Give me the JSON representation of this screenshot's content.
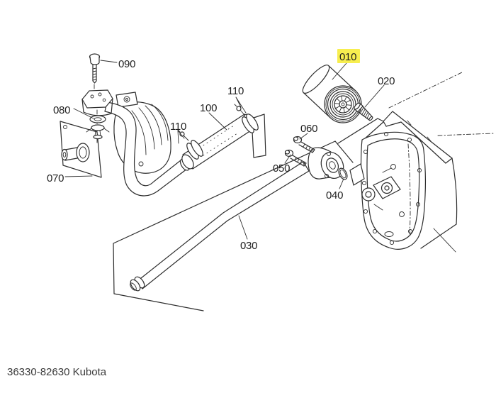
{
  "diagram": {
    "caption": "36330-82630 Kubota",
    "colors": {
      "bg": "#ffffff",
      "line": "#2d2d2d",
      "label": "#1f1f1f",
      "caption-color": "#3a3a3a",
      "highlight": "#f7ee4f"
    },
    "labels": [
      {
        "part": "010",
        "text": "010",
        "highlighted": true
      },
      {
        "part": "020",
        "text": "020"
      },
      {
        "part": "030",
        "text": "030"
      },
      {
        "part": "040",
        "text": "040"
      },
      {
        "part": "050",
        "text": "050"
      },
      {
        "part": "060",
        "text": "060"
      },
      {
        "part": "070",
        "text": "070"
      },
      {
        "part": "080",
        "text": "080"
      },
      {
        "part": "090",
        "text": "090"
      },
      {
        "part": "100",
        "text": "100"
      },
      {
        "part": "110",
        "text": "110"
      },
      {
        "part": "110",
        "text": "110"
      }
    ]
  }
}
